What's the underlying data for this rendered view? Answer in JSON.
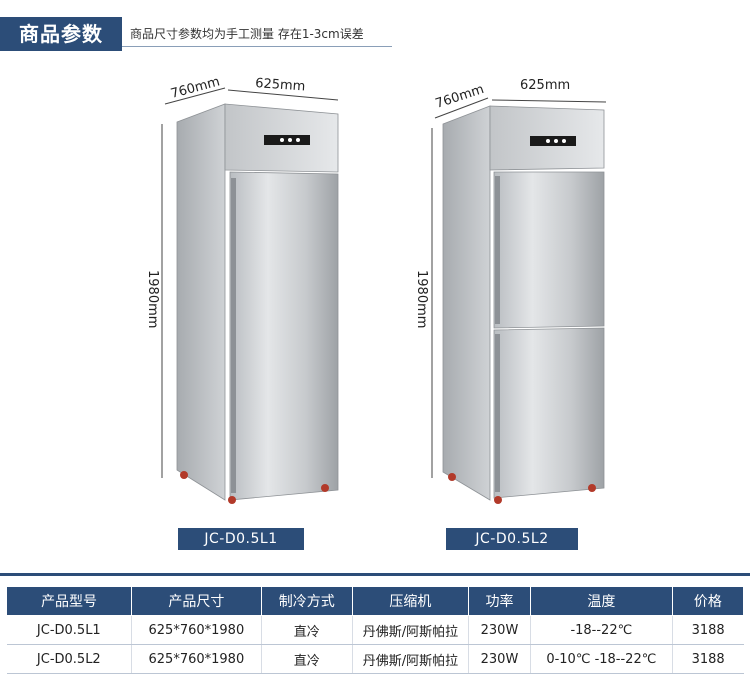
{
  "header": {
    "title": "商品参数",
    "note": "商品尺寸参数均为手工测量 存在1-3cm误差"
  },
  "fridges": [
    {
      "model": "JC-D0.5L1",
      "width": "625mm",
      "depth": "760mm",
      "height": "1980mm"
    },
    {
      "model": "JC-D0.5L2",
      "width": "625mm",
      "depth": "760mm",
      "height": "1980mm"
    }
  ],
  "table": {
    "headers": [
      "产品型号",
      "产品尺寸",
      "制冷方式",
      "压缩机",
      "功率",
      "温度",
      "价格"
    ],
    "rows": [
      [
        "JC-D0.5L1",
        "625*760*1980",
        "直冷",
        "丹佛斯/阿斯帕拉",
        "230W",
        "-18--22℃",
        "3188"
      ],
      [
        "JC-D0.5L2",
        "625*760*1980",
        "直冷",
        "丹佛斯/阿斯帕拉",
        "230W",
        "0-10℃ -18--22℃",
        "3188"
      ]
    ]
  },
  "colors": {
    "accent": "#2c4d78",
    "steel_light": "#d6d9dc",
    "steel_dark": "#8c9095"
  }
}
